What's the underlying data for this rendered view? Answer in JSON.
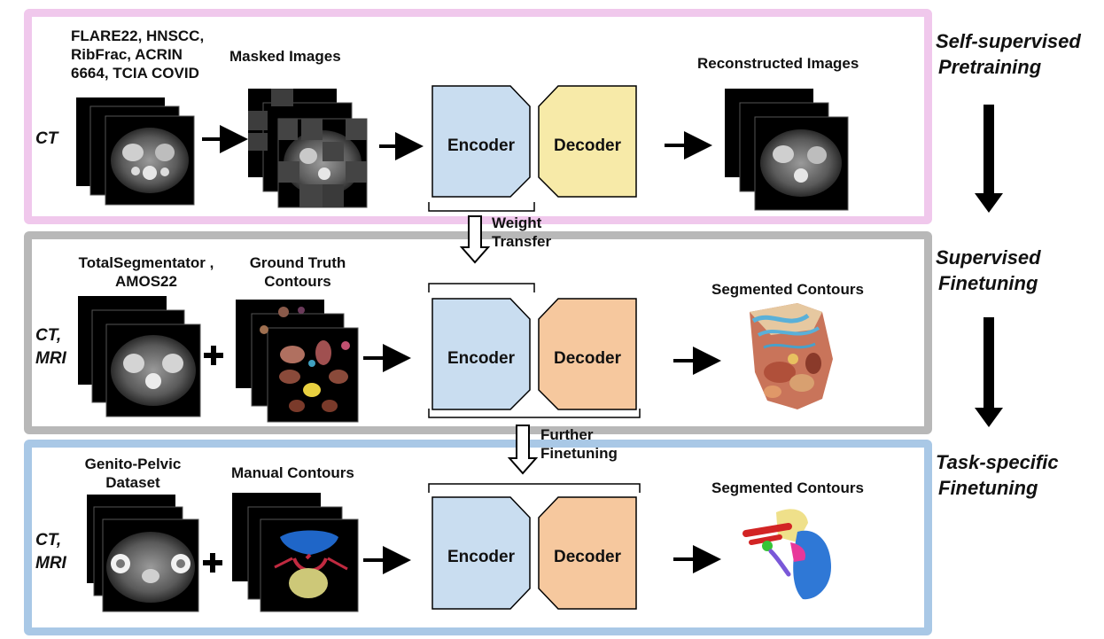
{
  "stages": [
    {
      "side_label": [
        "Self-supervised",
        "Pretraining"
      ],
      "modality": [
        "CT"
      ],
      "datasets": [
        "FLARE22, HNSCC,",
        "RibFrac, ACRIN",
        "6664, TCIA COVID"
      ],
      "second_input": [
        "Masked Images"
      ],
      "encoder": "Encoder",
      "decoder": "Decoder",
      "output": "Reconstructed Images",
      "border_color": "#f0c8ec",
      "decoder_color": "#f7eaa8"
    },
    {
      "side_label": [
        "Supervised",
        "Finetuning"
      ],
      "modality": [
        "CT,",
        "MRI"
      ],
      "datasets": [
        "TotalSegmentator ,",
        "AMOS22"
      ],
      "second_input": [
        "Ground Truth",
        "Contours"
      ],
      "encoder": "Encoder",
      "decoder": "Decoder",
      "output": "Segmented Contours",
      "border_color": "#b8b8b8",
      "decoder_color": "#f6c89e"
    },
    {
      "side_label": [
        "Task-specific",
        "Finetuning"
      ],
      "modality": [
        "CT,",
        "MRI"
      ],
      "datasets": [
        "Genito-Pelvic",
        "Dataset"
      ],
      "second_input": [
        "Manual Contours"
      ],
      "encoder": "Encoder",
      "decoder": "Decoder",
      "output": "Segmented Contours",
      "border_color": "#a9c8e6",
      "decoder_color": "#f6c89e"
    }
  ],
  "transfers": [
    [
      "Weight",
      "Transfer"
    ],
    [
      "Further",
      "Finetuning"
    ]
  ],
  "encoder_color": "#c9ddf0"
}
